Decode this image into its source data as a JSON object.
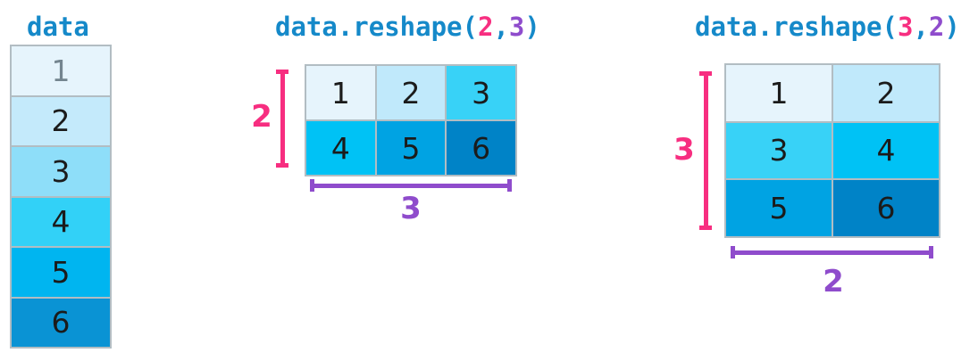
{
  "colors": {
    "code_blue": "#1589c9",
    "rows_pink": "#f72e80",
    "cols_purple": "#8f4ccc",
    "cell_border": "#b2bdc3",
    "cell_text": "#1b1b1b",
    "muted_cell_text": "#74858f",
    "column_cell_colors": [
      "#e6f4fc",
      "#c4eafb",
      "#8edef9",
      "#32d1f7",
      "#00b5f0",
      "#0a93d4"
    ],
    "grid_cell_colors": [
      "#e6f4fc",
      "#c0e9fb",
      "#38d2f7",
      "#00c2f5",
      "#00a3e3",
      "#0083c7"
    ]
  },
  "column": {
    "title": "data",
    "values": [
      1,
      2,
      3,
      4,
      5,
      6
    ],
    "muted_values": [
      1
    ]
  },
  "reshape_2_3": {
    "header": {
      "prefix": "data.reshape(",
      "rows_arg": "2",
      "comma": ",",
      "cols_arg": "3",
      "suffix": ")"
    },
    "grid_values": [
      [
        1,
        2,
        3
      ],
      [
        4,
        5,
        6
      ]
    ],
    "rows_label": "2",
    "cols_label": "3"
  },
  "reshape_3_2": {
    "header": {
      "prefix": "data.reshape(",
      "rows_arg": "3",
      "comma": ",",
      "cols_arg": "2",
      "suffix": ")"
    },
    "grid_values": [
      [
        1,
        2
      ],
      [
        3,
        4
      ],
      [
        5,
        6
      ]
    ],
    "rows_label": "3",
    "cols_label": "2"
  }
}
